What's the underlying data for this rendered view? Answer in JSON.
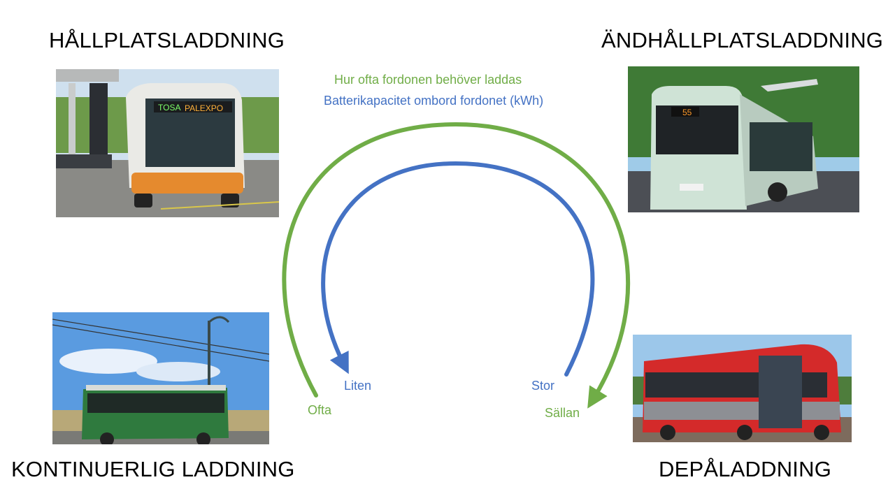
{
  "titles": {
    "top_left": "HÅLLPLATSLADDNING",
    "top_right": "ÄNDHÅLLPLATSLADDNING",
    "bottom_left": "KONTINUERLIG LADDNING",
    "bottom_right": "DEPÅLADDNING"
  },
  "legend": {
    "frequency": "Hur ofta fordonen behöver laddas",
    "capacity": "Batterikapacitet ombord fordonet (kWh)"
  },
  "arc_labels": {
    "capacity_start": "Liten",
    "capacity_end": "Stor",
    "frequency_start": "Ofta",
    "frequency_end": "Sällan"
  },
  "photos": {
    "top_left": {
      "sign_route": "TOSA",
      "sign_destination": "PALEXPO"
    },
    "top_right": {
      "sign_route": "55"
    }
  },
  "colors": {
    "frequency": "#70ad47",
    "capacity": "#4472c4"
  }
}
